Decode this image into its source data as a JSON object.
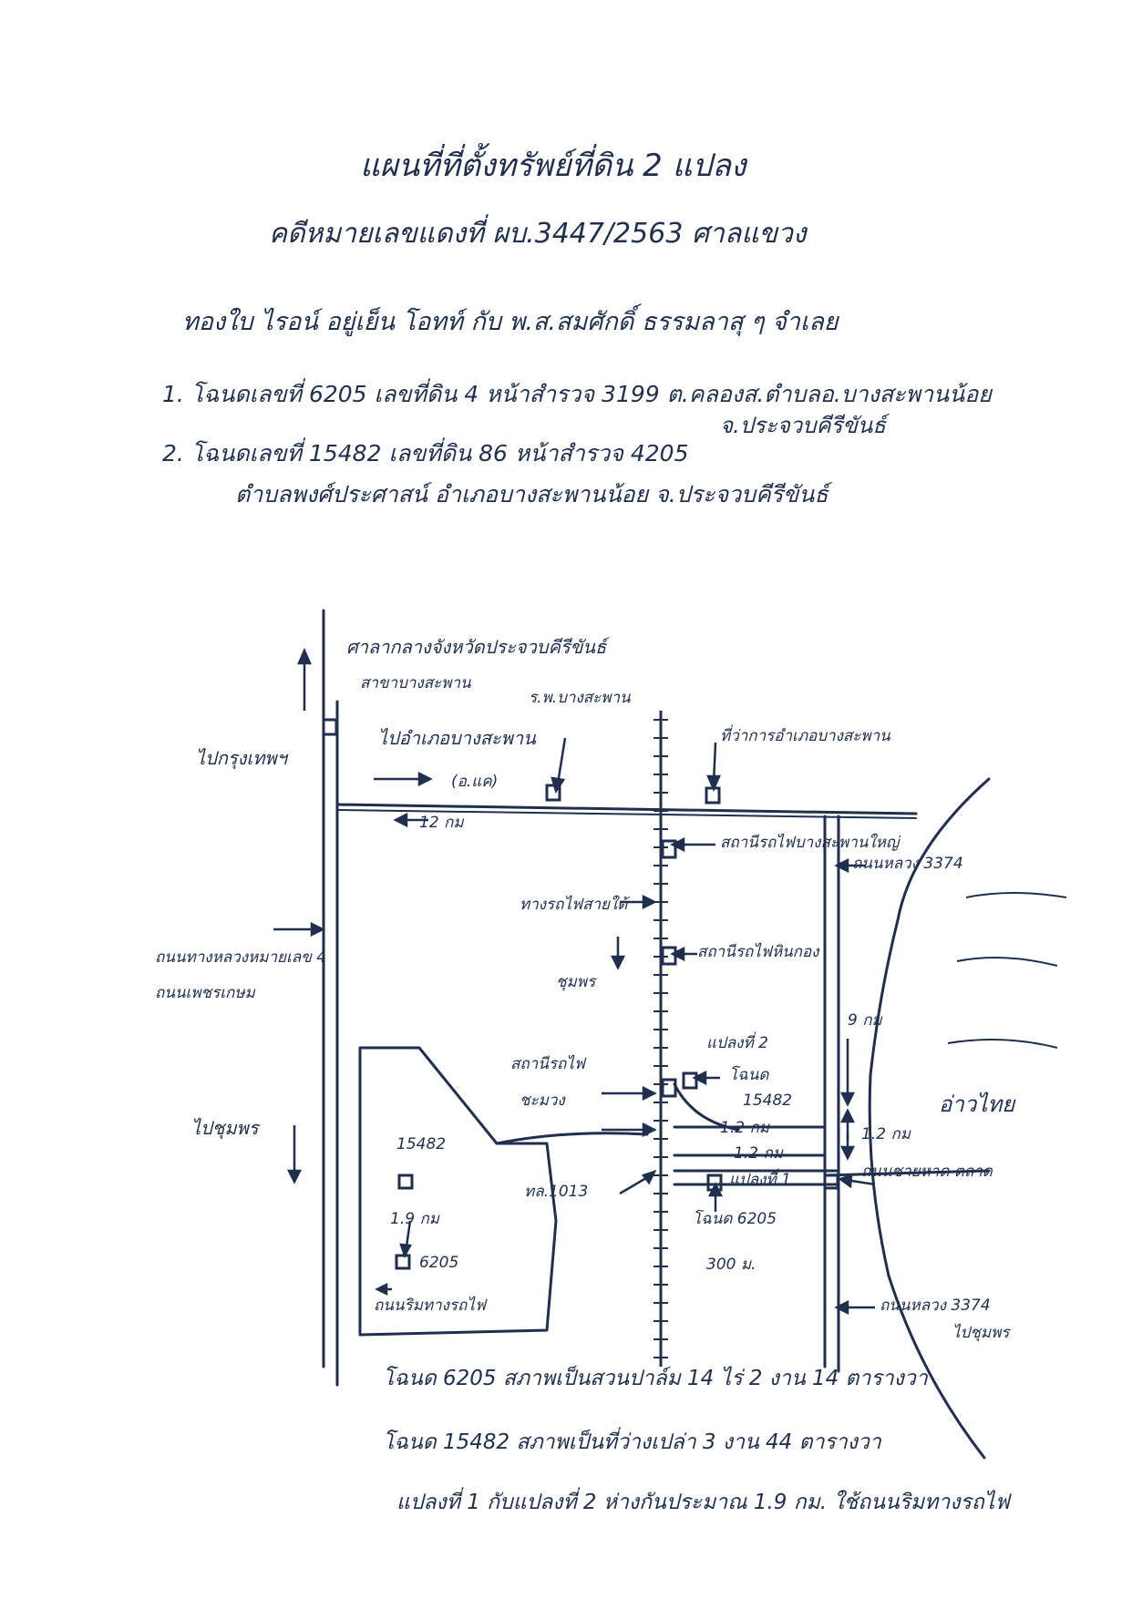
{
  "header": {
    "title": "แผนที่ที่ตั้งทรัพย์ที่ดิน 2 แปลง",
    "case_line": "คดีหมายเลขแดงที่ ผบ.3447/2563 ศาลแขวง",
    "subject_line": "ทองใบ ไรอน์ อยู่เย็น โอทท์ กับ พ.ส.สมศักดิ์ ธรรมลาสุ ๆ จำเลย"
  },
  "parcels_text": {
    "item1": "1. โฉนดเลขที่ 6205 เลขที่ดิน 4 หน้าสำรวจ 3199 ต.คลองส.ตำบลอ.บางสะพานน้อย",
    "district_note": "จ.ประจวบคีรีขันธ์",
    "item2": "2. โฉนดเลขที่ 15482 เลขที่ดิน 86 หน้าสำรวจ 4205",
    "item2_location": "ตำบลพงศ์ประศาสน์ อำเภอบางสะพานน้อย จ.ประจวบคีรีขันธ์"
  },
  "map": {
    "labels": {
      "provincial_office": "ศาลากลางจังหวัดประจวบคีรีขันธ์",
      "bang_saphan_district": "สาขาบางสะพาน",
      "bang_saphan_hospital": "ร.พ.บางสะพาน",
      "to_bangkok": "ไปกรุงเทพฯ",
      "to_district": "ไปอำเภอบางสะพาน",
      "district_paren": "(อ.แค)",
      "bang_saphan_office": "ที่ว่าการอำเภอบางสะพาน",
      "distance_12km": "12 กม",
      "station_bang_saphan_yai": "สถานีรถไฟบางสะพานใหญ่",
      "highway_3374_top": "ถนนหลวง 3374",
      "southern_railway": "ทางรถไฟสายใต้",
      "to_chumphon_rail": "ชุมพร",
      "station_nong": "สถานีรถไฟหินกอง",
      "highway_4": "ถนนทางหลวงหมายเลข 4",
      "highway_4_sub": "ถนนเพชรเกษม",
      "distance_9km": "9 กม",
      "plot2_label": "แปลงที่ 2",
      "deed_15482": "โฉนด",
      "deed_15482_num": "15482",
      "station_chamuang": "สถานีรถไฟ",
      "station_chamuang_sub": "ชะมวง",
      "gulf_thailand": "อ่าวไทย",
      "to_chumphon_left": "ไปชุมพร",
      "distance_1_2a": "1.2 กม",
      "distance_1_2b": "1.2 กม",
      "distance_1_2c": "1.2 กม",
      "inset_15482": "15482",
      "road_1013": "ทล.1013",
      "plot1_label": "แปลงที่ 1",
      "coast_road": "ถนนชายหาด ตลาด",
      "inset_distance": "1.9 กม",
      "deed_6205": "โฉนด 6205",
      "inset_6205": "6205",
      "dist_300m": "300 ม.",
      "inset_rail_side": "ถนนริมทางรถไฟ",
      "highway_3374_bottom": "ถนนหลวง 3374",
      "to_chumphon_right": "ไปชุมพร"
    }
  },
  "footer_notes": {
    "note1": "โฉนด 6205 สภาพเป็นสวนปาล์ม 14 ไร่ 2 งาน 14 ตารางวา",
    "note2": "โฉนด 15482 สภาพเป็นที่ว่างเปล่า 3 งาน 44 ตารางวา",
    "note3": "แปลงที่ 1 กับแปลงที่ 2 ห่างกันประมาณ 1.9 กม. ใช้ถนนริมทางรถไฟ"
  },
  "colors": {
    "ink": "#1f2f4d",
    "paper": "#ffffff"
  }
}
